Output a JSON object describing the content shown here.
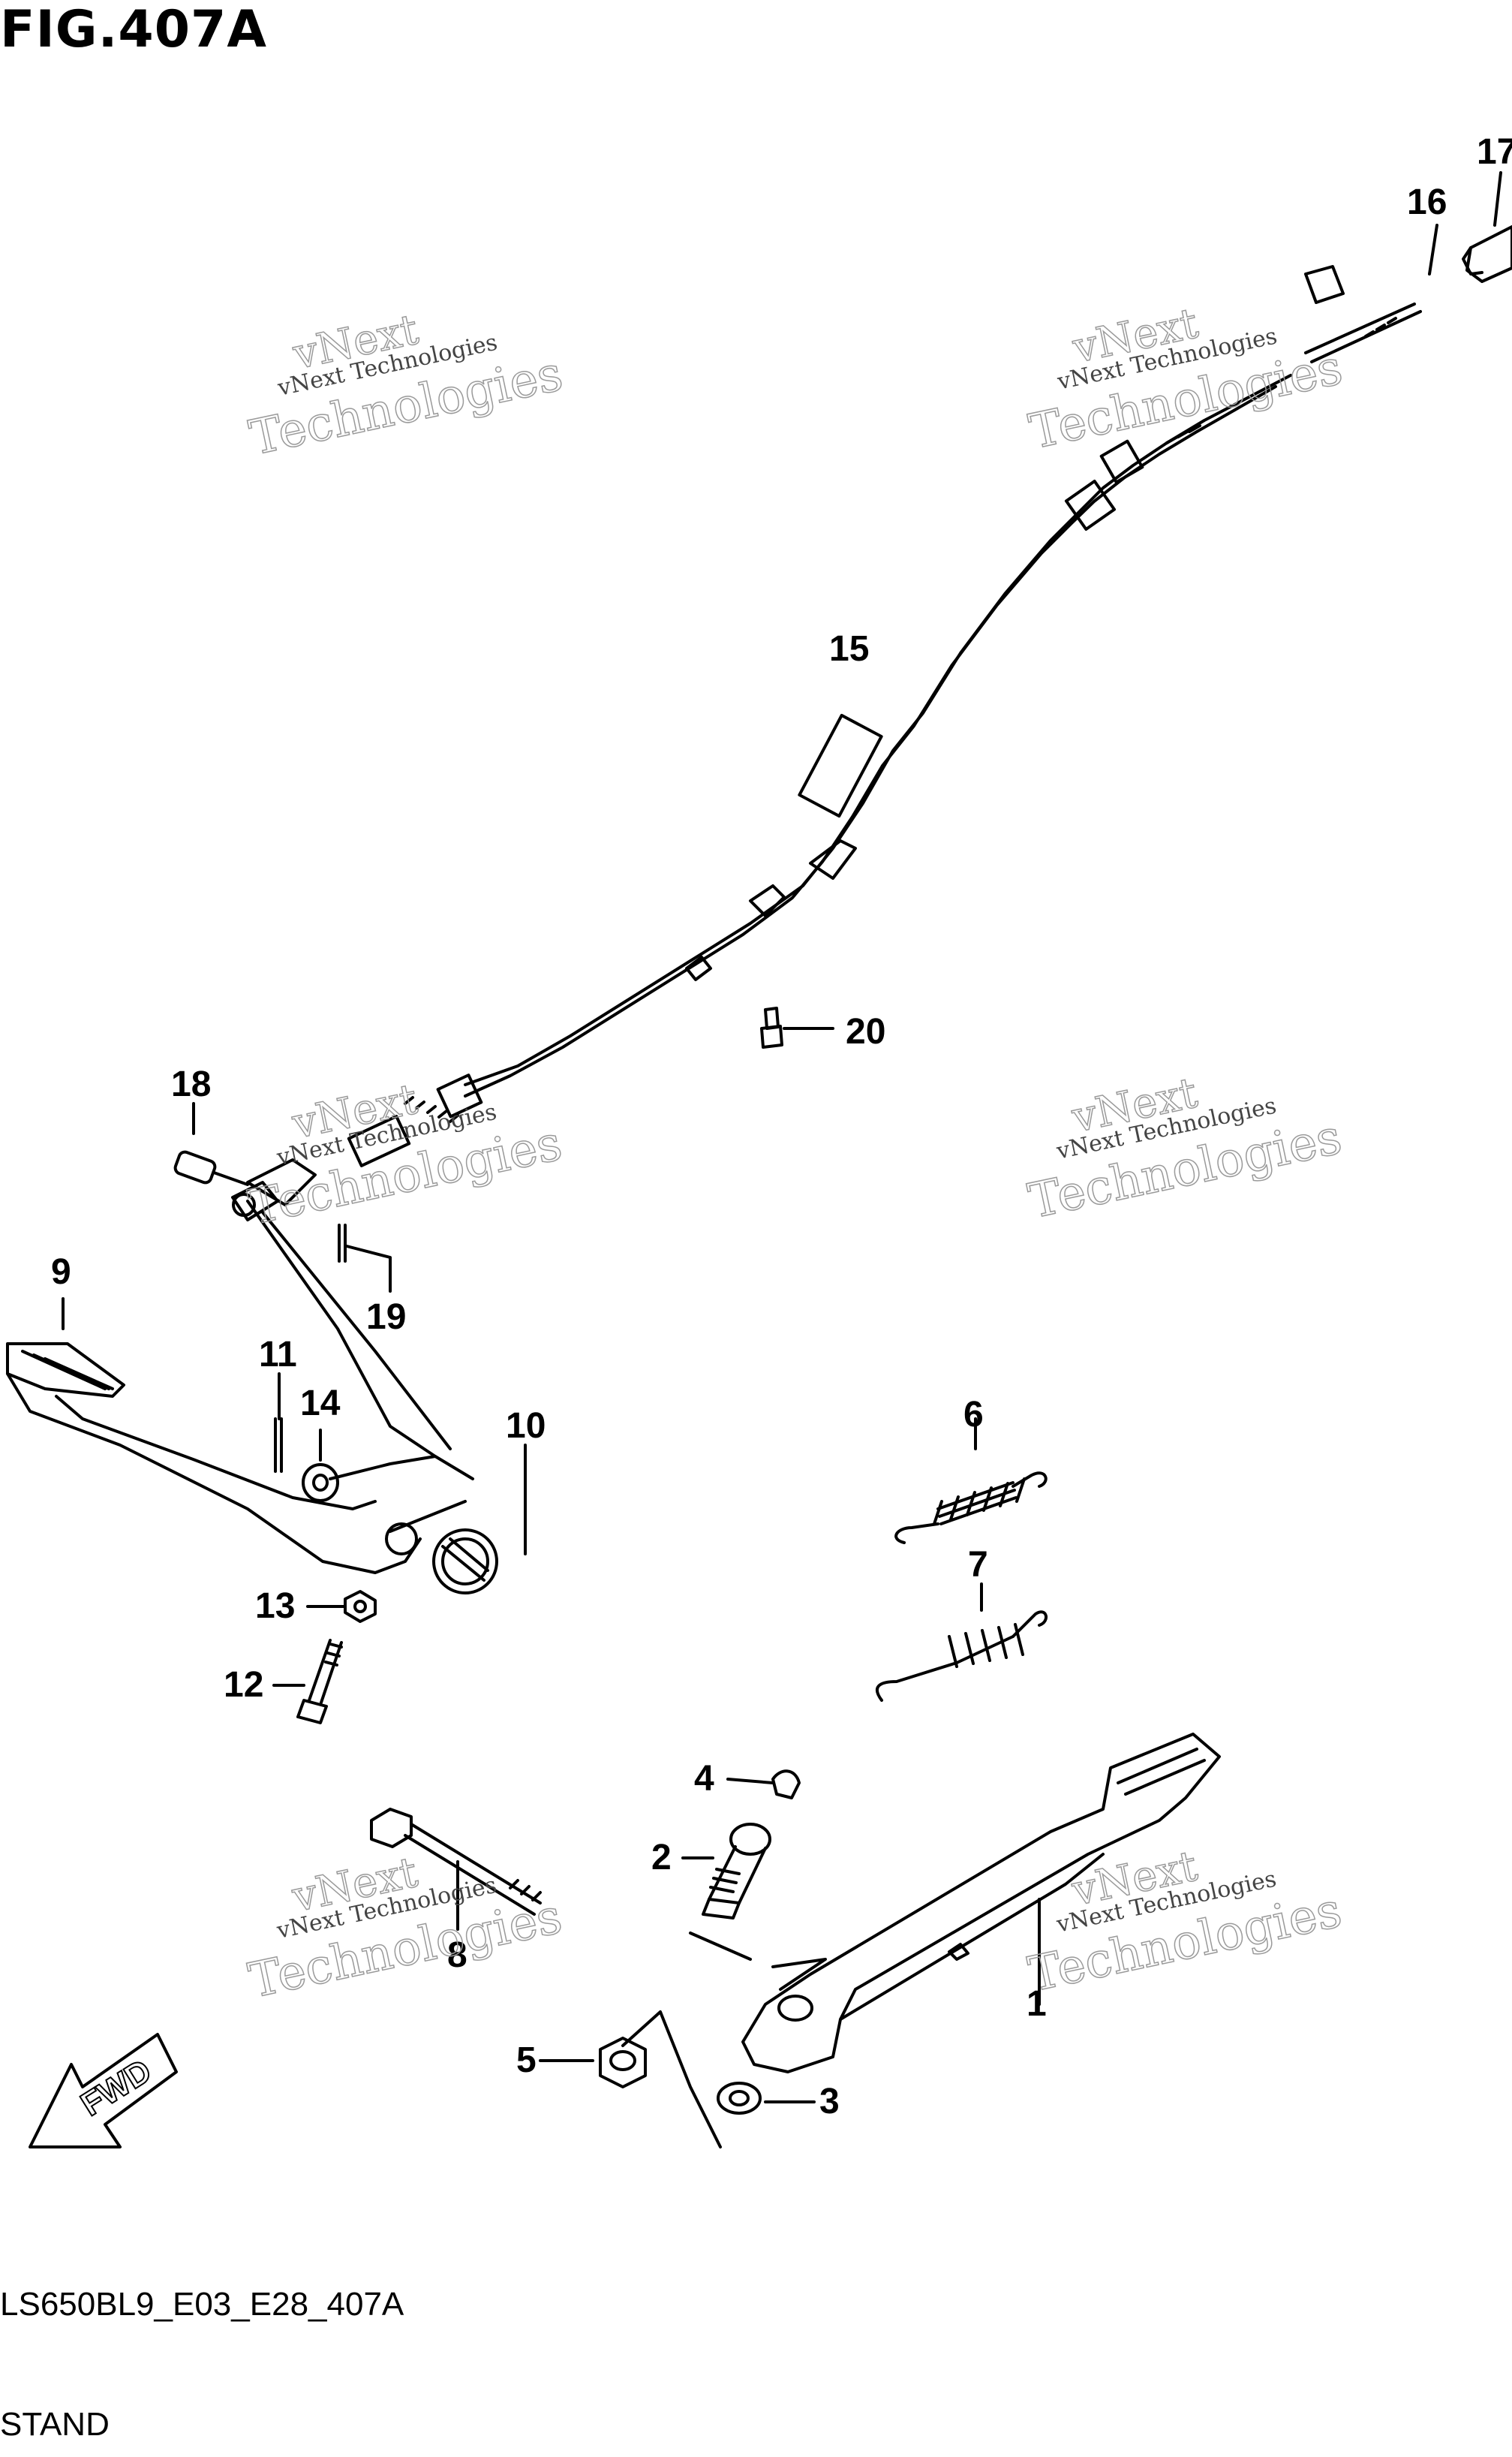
{
  "title": "FIG.407A",
  "footer": {
    "code": "LS650BL9_E03_E28_407A",
    "name": "STAND"
  },
  "watermark": {
    "brand_line": "vNext",
    "line1": "vNext Technologies",
    "line2": "Technologies"
  },
  "fwd_label": "FWD",
  "callouts": {
    "c1": "1",
    "c2": "2",
    "c3": "3",
    "c4": "4",
    "c5": "5",
    "c6": "6",
    "c7": "7",
    "c8": "8",
    "c9": "9",
    "c10": "10",
    "c11": "11",
    "c12": "12",
    "c13": "13",
    "c14": "14",
    "c15": "15",
    "c16": "16",
    "c17": "17",
    "c18": "18",
    "c19": "19",
    "c20": "20"
  }
}
